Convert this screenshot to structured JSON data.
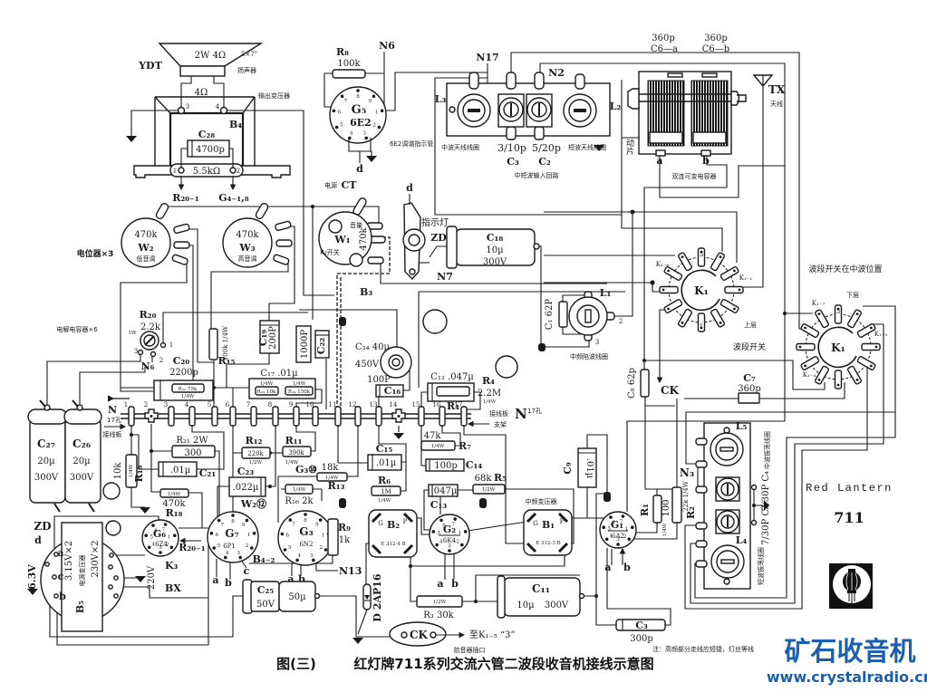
{
  "caption": {
    "figure": "图(三)",
    "title": "红灯牌711系列交流六管二波段收音机接线示意图"
  },
  "note": "注：高频部分走线应短捷，灯丝等线",
  "brand": {
    "name": "Red Lantern",
    "model": "711"
  },
  "watermark": {
    "text": "矿石收音机",
    "url": "www.crystalradio.cn",
    "color": "#1b5fae"
  },
  "speaker": {
    "ref": "YDT",
    "rating": "2W 4Ω",
    "size": "5×7\"",
    "name": "扬声器"
  },
  "output_transformer": {
    "ref": "B₄",
    "name": "输出变压器",
    "secondary": "4Ω",
    "primary": "5.5kΩ",
    "pin1": "1",
    "pin2": "2",
    "pin3": "3",
    "pin4": "4",
    "lead1": "R₂₀₋₁",
    "lead2": "G₄₋₁,₈"
  },
  "c28": {
    "ref": "C₂₈",
    "value": "4700p"
  },
  "pots": {
    "group_label": "电位器×3",
    "w2": {
      "ref": "W₂",
      "value": "470k",
      "name": "低音调"
    },
    "w3": {
      "ref": "W₃",
      "value": "470k",
      "name": "高音调"
    },
    "w1": {
      "ref": "W₁",
      "value": "470k",
      "name": "音量",
      "switch": "K₂开关"
    }
  },
  "power_lead": {
    "label": "电源",
    "ref": "CT"
  },
  "lamp": {
    "d": "d",
    "name": "指示灯",
    "ref": "ZD",
    "node": "N7"
  },
  "c18": {
    "ref": "C₁₈",
    "value": "10µ",
    "voltage": "300V"
  },
  "b3_label": "B₃",
  "g5": {
    "ref": "G₅",
    "type": "6E2",
    "name": "6E2调谐指示管",
    "d": "d",
    "node": "N6"
  },
  "r8": {
    "ref": "R₈",
    "value": "100k"
  },
  "input_board": {
    "n17": "N17",
    "n2": "N2",
    "l3": "L₃",
    "l2": "L₂",
    "mw_coil": "中波天线线圈",
    "sw_coil": "短波天线线圈",
    "c3_value": "3/10p",
    "c3_ref": "C₃",
    "c2_value": "5/20p",
    "c2_ref": "C₂",
    "name": "中短波输入回路"
  },
  "tuning_cap": {
    "a_value": "360p",
    "a_ref": "C6—a",
    "b_value": "360p",
    "b_ref": "C6—b",
    "a": "a",
    "b": "b",
    "name": "双连可变电容器",
    "rotor": "动片"
  },
  "antenna": {
    "ref": "TX",
    "name": "天线"
  },
  "k1_upper": {
    "ref": "K₁",
    "tab_top": "3",
    "tab_bottom": "1",
    "k1_6": "K₁₋₆",
    "k1_1": "K₁₋₁",
    "layer": "上层",
    "name": "波段开关"
  },
  "k1_lower": {
    "ref": "K₁",
    "tab_top": "3",
    "note": "波段开关在中波位置",
    "layer": "下层",
    "k1_7": "K₁₋₇",
    "k1_5": "K₁₋₅",
    "k1_4": "K₁₋₄"
  },
  "l1": {
    "ref": "L₁",
    "pin2": "2",
    "pin3": "3",
    "name": "中频陷波线圈"
  },
  "c1": {
    "label": "C₁ 62P"
  },
  "c8": {
    "label": "C₈ 62p"
  },
  "ck_node": "CK",
  "c7": {
    "ref": "C₇",
    "value": "360p"
  },
  "electrolytics_label": "电解电容器×6",
  "c27": {
    "ref": "C₂₇",
    "value": "20µ",
    "voltage": "300V"
  },
  "c26": {
    "ref": "C₂₆",
    "value": "20µ",
    "voltage": "300V"
  },
  "r20": {
    "ref": "R₂₀",
    "value": "2.2k",
    "power": "1W",
    "pin1": "1",
    "pin2": "2",
    "pin3": "3",
    "node": "N₆"
  },
  "c20": {
    "ref": "C₂₀",
    "value": "2200p"
  },
  "r22": {
    "label": "R₂₂ 75k",
    "power": "1/4W"
  },
  "r15": {
    "label": "100k 1/4W",
    "ref": "R₁₅"
  },
  "c19": {
    "ref": "C₁₉",
    "value": "200P"
  },
  "c_1000p": {
    "value": "1000P"
  },
  "c22": {
    "ref": "C₂₂"
  },
  "c24": {
    "label": "C₂₄ 40µ",
    "voltage": "450V"
  },
  "c17": {
    "label": "C₁₇ .01µ",
    "r_a": "R₁₃ 10k",
    "r_b": "R₁₄ 150k",
    "power": "1/4W"
  },
  "c16": {
    "value": "100P",
    "ref": "C₁₆"
  },
  "c12": {
    "label": "C₁₂ .047µ"
  },
  "r4": {
    "ref": "R₄",
    "value": "2.2M",
    "power": "1/4W"
  },
  "terminal_strip": {
    "node": "N",
    "holes": "17孔",
    "name": "接线板",
    "bracket_a": "接线板",
    "bracket_b": "支架",
    "node2": "N",
    "holes2": "17孔",
    "numbers": [
      "1",
      "2",
      "3",
      "4",
      "5",
      "6",
      "7",
      "8",
      "9",
      "10",
      "11",
      "12",
      "13",
      "14",
      "15",
      "16",
      "17"
    ]
  },
  "r21": {
    "label": "R₂₁ 2W",
    "value": "300"
  },
  "c21": {
    "value": ".01µ",
    "ref": "C₂₁"
  },
  "r19": {
    "value": "10k",
    "power": "1/4W",
    "ref": "R₁₉"
  },
  "r18": {
    "power": "1/4W",
    "value": "470k",
    "ref": "R₁₈"
  },
  "r12": {
    "ref": "R₁₂",
    "value": "220k",
    "power": "1/2W"
  },
  "r11": {
    "ref": "R₁₁",
    "value": "390k",
    "power": "1/4W",
    "node": "G₃⑩"
  },
  "c23": {
    "ref": "C₂₃",
    "value": ".022µ"
  },
  "w2_node": "W₂⑫",
  "r_18k": {
    "value": "18k",
    "power": "1/4W",
    "ref": "R₁₃"
  },
  "r16": {
    "power": "1/4W",
    "label": "R₁₆ 2k"
  },
  "c15": {
    "ref": "C₁₅",
    "value": ".01µ"
  },
  "r6": {
    "ref": "R₆",
    "value": "1M",
    "power": "1/4W"
  },
  "r7": {
    "value": "47k",
    "power": "1/4W",
    "ref": "R₇"
  },
  "c14": {
    "value": "100p",
    "ref": "C₁₄"
  },
  "c13": {
    "value": ".047µ",
    "ref": "C₁₃"
  },
  "r5": {
    "value": "68k",
    "power": "1/2W",
    "ref": "R₅"
  },
  "b2": {
    "ref": "B₂",
    "g": "G",
    "p": "P",
    "model": "E 312-4 B"
  },
  "b1": {
    "ref": "B₁",
    "g": "G",
    "p": "P",
    "model": "E 312-3 B"
  },
  "if_transformer_label": "中频变压器",
  "tubes": {
    "g1": {
      "ref": "G₁",
      "type": "6A2"
    },
    "g2": {
      "ref": "G₂",
      "type": "6K4"
    },
    "g3": {
      "ref": "G₃",
      "type": "6N2"
    },
    "g6": {
      "ref": "G₆",
      "type": "6Z4"
    },
    "g7": {
      "ref": "G₇",
      "type": "6P1"
    }
  },
  "tube_pins": [
    "1",
    "2",
    "3",
    "4",
    "5",
    "6",
    "7",
    "8",
    "9"
  ],
  "heater_leads": {
    "a": "a",
    "b": "b",
    "c": "c"
  },
  "b4_2": "B₄₋₂",
  "r9": {
    "ref": "R₉",
    "value": "1k"
  },
  "n13": "N13",
  "g6_lead": "R₂₀₋₁",
  "b5": {
    "ref": "B₅",
    "name": "电源变压器",
    "low": "3.15V×2",
    "high": "230V×2",
    "heater": "6.3V",
    "zd": "ZD",
    "d": "d",
    "a": "a",
    "b": "b",
    "c": "c",
    "mains": "220V",
    "switch": "K₃",
    "fuse": "BX"
  },
  "c25": {
    "ref": "C₂₅",
    "voltage": "50V",
    "value": "50µ"
  },
  "diode": {
    "label": "D 2AP16"
  },
  "pickup_jack": {
    "ref": "CK",
    "to": "至K₁₋₅ “3”",
    "name": "拾音器插口"
  },
  "r3": {
    "power": "1/2W",
    "label": "R₃ 30k"
  },
  "c11": {
    "ref": "C₁₁",
    "value": "10µ",
    "voltage": "300V"
  },
  "c3_out": {
    "ref": "C₃",
    "value": "300p"
  },
  "osc_board": {
    "l5": "L₅",
    "l4": "L₄",
    "n3": "N₃",
    "mw_osc": "中波振荡线圈",
    "sw_osc": "短波振荡线圈",
    "c4": "7/30P C₄",
    "c5": "7/30P C₅"
  },
  "r1": {
    "ref": "R₁",
    "value": "100",
    "power": "1/4W"
  },
  "r2": {
    "label": "22k 1/4W",
    "ref": "R₂"
  },
  "c9": {
    "ref": "C₉",
    "value": ".01µ"
  }
}
